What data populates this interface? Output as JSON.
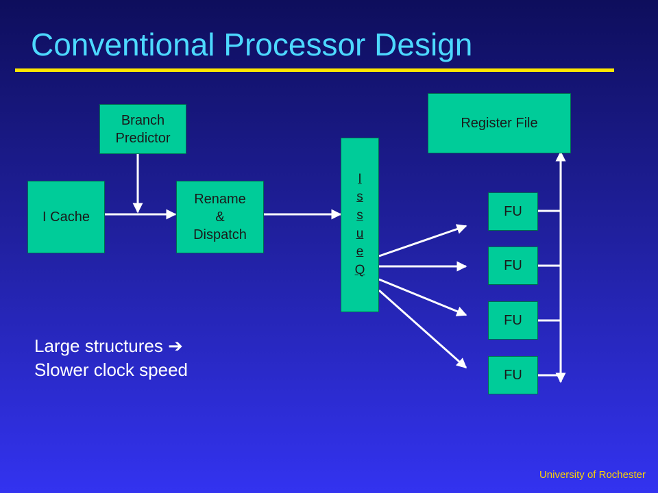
{
  "title": "Conventional Processor Design",
  "colors": {
    "title": "#4dd9ff",
    "rule": "#ffe800",
    "box": "#00cc99",
    "footer": "#ffd500"
  },
  "diagram": {
    "branch_predictor": "Branch\nPredictor",
    "icache": "I Cache",
    "rename_dispatch": "Rename\n&\nDispatch",
    "issue_queue": "I\ns\ns\nu\ne\nQ",
    "register_file": "Register File",
    "functional_units": [
      "FU",
      "FU",
      "FU",
      "FU"
    ]
  },
  "note": {
    "line1": "Large structures ➔",
    "line2": "Slower clock speed"
  },
  "footer": "University of Rochester"
}
